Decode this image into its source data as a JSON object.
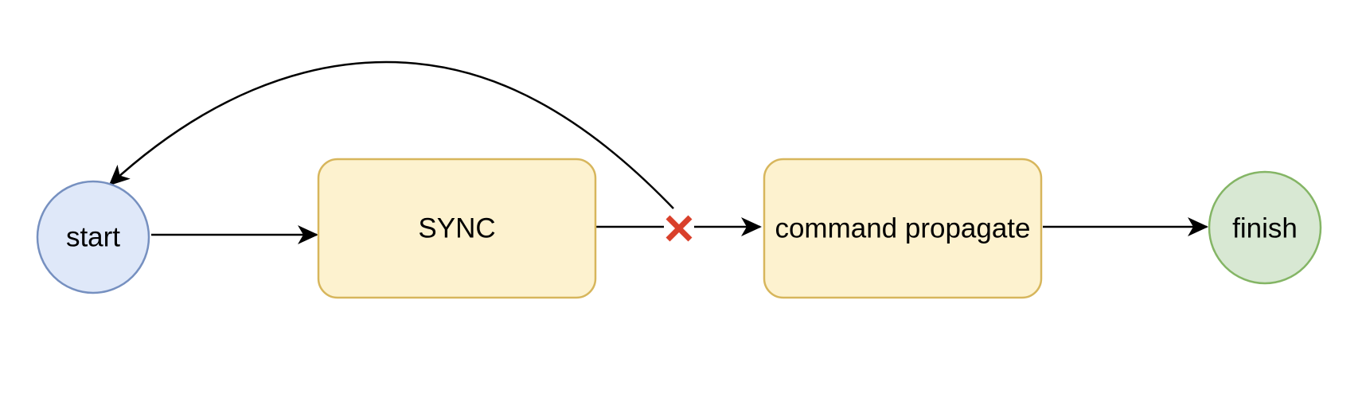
{
  "nodes": {
    "start": {
      "label": "start",
      "fill": "#dfe8f9",
      "stroke": "#7690c0"
    },
    "sync": {
      "label": "SYNC",
      "fill": "#fdf2cf",
      "stroke": "#d7b65c"
    },
    "command_propagate": {
      "label": "command propagate",
      "fill": "#fdf2cf",
      "stroke": "#d7b65c"
    },
    "finish": {
      "label": "finish",
      "fill": "#d8e8d3",
      "stroke": "#84b565"
    }
  },
  "edges": [
    {
      "from": "start",
      "to": "sync"
    },
    {
      "from": "sync",
      "to": "command_propagate",
      "marker": "red-x"
    },
    {
      "from": "red-x",
      "to": "start",
      "shape": "curved"
    },
    {
      "from": "command_propagate",
      "to": "finish"
    }
  ],
  "colors": {
    "edge": "#000000",
    "blocked_marker": "#d9402b"
  }
}
